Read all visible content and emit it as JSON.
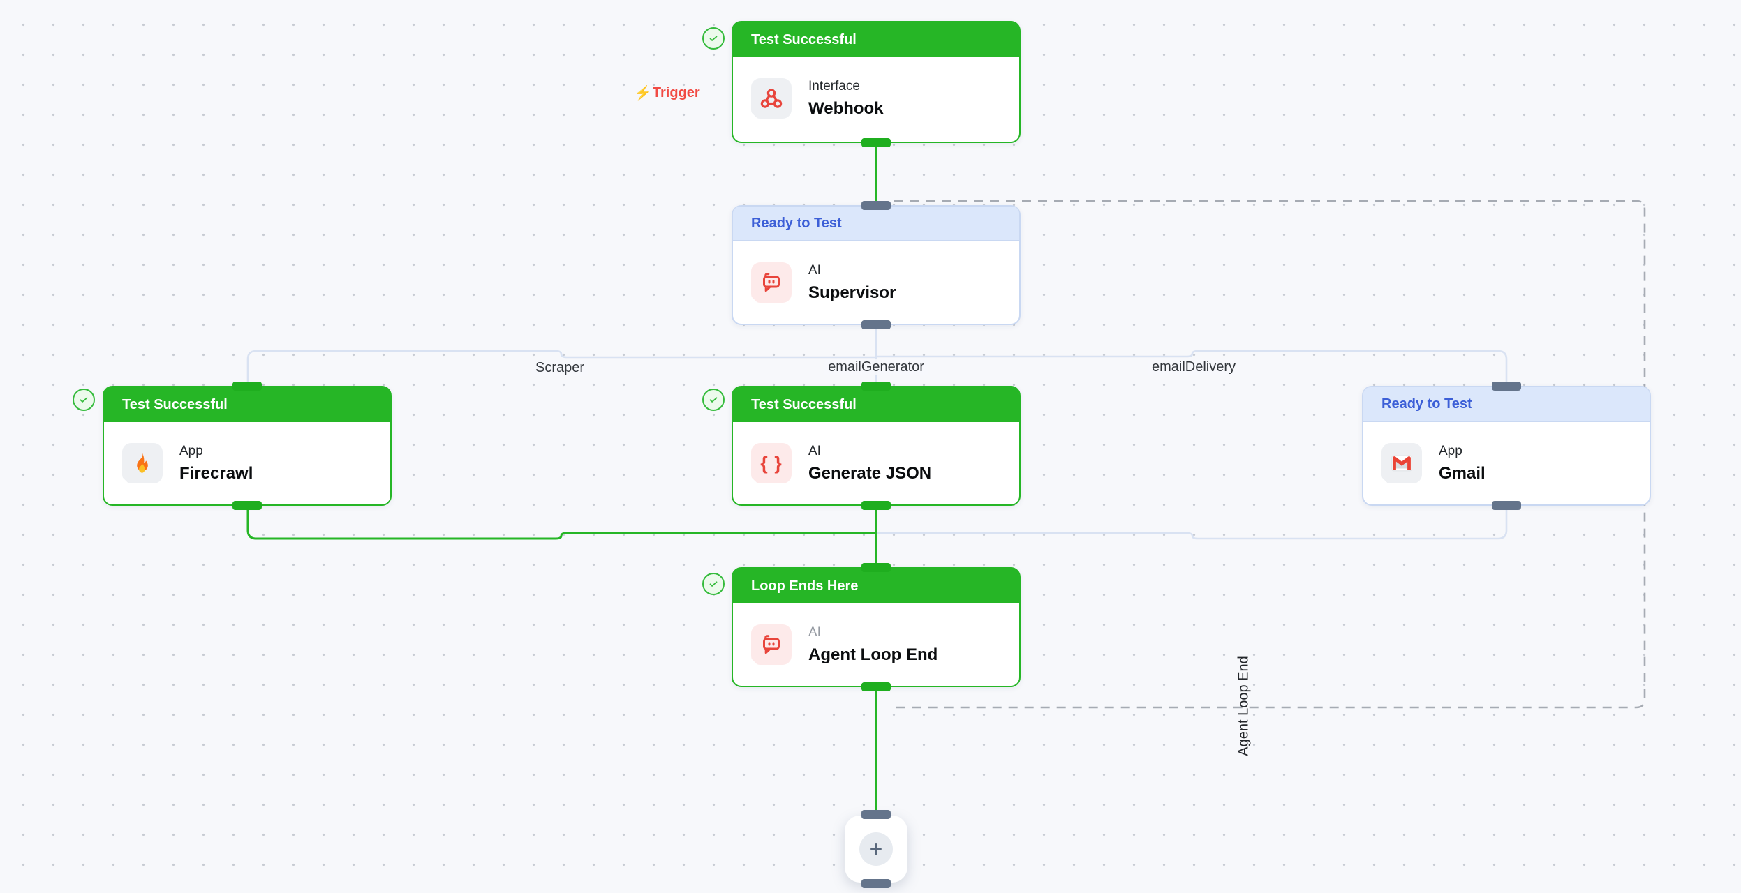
{
  "app": {
    "name": "workflow-canvas"
  },
  "colors": {
    "success_green": "#26b626",
    "ready_blue_bg": "#dbe7fb",
    "ready_blue_text": "#3c5fd7",
    "connector_inactive": "#d9e2f2",
    "port_slate": "#64748b",
    "dashed_gray": "#a6abb3",
    "accent_red": "#ef4444",
    "canvas_bg": "#f7f8fb"
  },
  "trigger": {
    "bolt": "⚡",
    "label": "Trigger"
  },
  "nodes": [
    {
      "id": "webhook",
      "status": "Test Successful",
      "subtitle": "Interface",
      "title": "Webhook",
      "icon": "webhook-icon",
      "state": "success"
    },
    {
      "id": "supervisor",
      "status": "Ready to Test",
      "subtitle": "AI",
      "title": "Supervisor",
      "icon": "robot-chat-icon",
      "state": "ready"
    },
    {
      "id": "firecrawl",
      "status": "Test Successful",
      "subtitle": "App",
      "title": "Firecrawl",
      "icon": "flame-icon",
      "state": "success"
    },
    {
      "id": "generate-json",
      "status": "Test Successful",
      "subtitle": "AI",
      "title": "Generate JSON",
      "icon": "braces-icon",
      "state": "success"
    },
    {
      "id": "gmail",
      "status": "Ready to Test",
      "subtitle": "App",
      "title": "Gmail",
      "icon": "gmail-icon",
      "state": "ready"
    },
    {
      "id": "agent-loop-end",
      "status": "Loop Ends Here",
      "subtitle": "AI",
      "title": "Agent Loop End",
      "icon": "robot-chat-icon",
      "state": "success"
    }
  ],
  "edge_labels": {
    "branch_left": "Scraper",
    "branch_center": "emailGenerator",
    "branch_right": "emailDelivery",
    "loop_region": "Agent Loop End"
  },
  "icons": {
    "braces_glyph": "{ }",
    "plus_glyph": "+"
  }
}
